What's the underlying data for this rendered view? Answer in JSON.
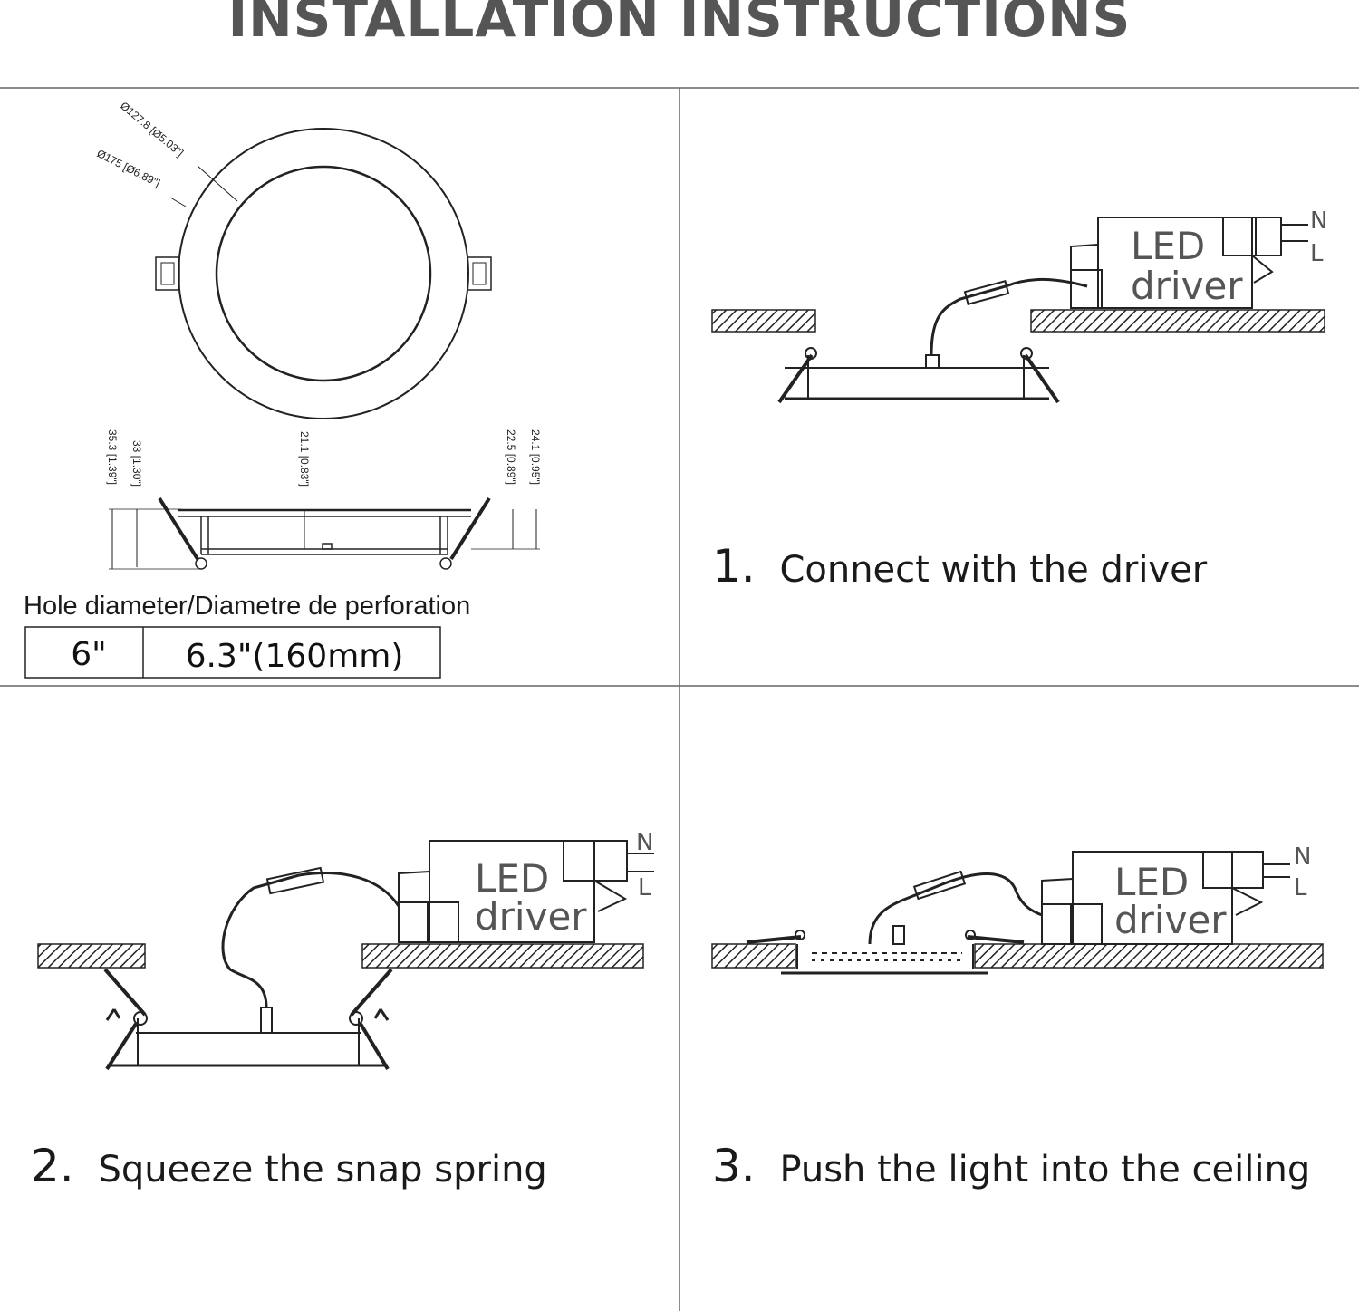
{
  "title": "INSTALLATION INSTRUCTIONS",
  "dimensions": {
    "inner_diameter": "Ø127.8 [Ø5.03\"]",
    "outer_diameter": "Ø175 [Ø6.89\"]",
    "h1": "35.3 [1.39\"]",
    "h2": "33 [1.30\"]",
    "h3": "21.1 [0.83\"]",
    "h4": "22.5 [0.89\"]",
    "h5": "24.1 [0.95\"]"
  },
  "hole": {
    "label": "Hole diameter/Diametre de perforation",
    "size": "6\"",
    "diameter": "6.3\"(160mm)"
  },
  "driver": {
    "line1": "LED",
    "line2": "driver",
    "neutral": "N",
    "live": "L"
  },
  "steps": [
    {
      "number": "1.",
      "text": "Connect with the driver"
    },
    {
      "number": "2.",
      "text": "Squeeze the snap spring"
    },
    {
      "number": "3.",
      "text": "Push the light into the ceiling"
    }
  ]
}
